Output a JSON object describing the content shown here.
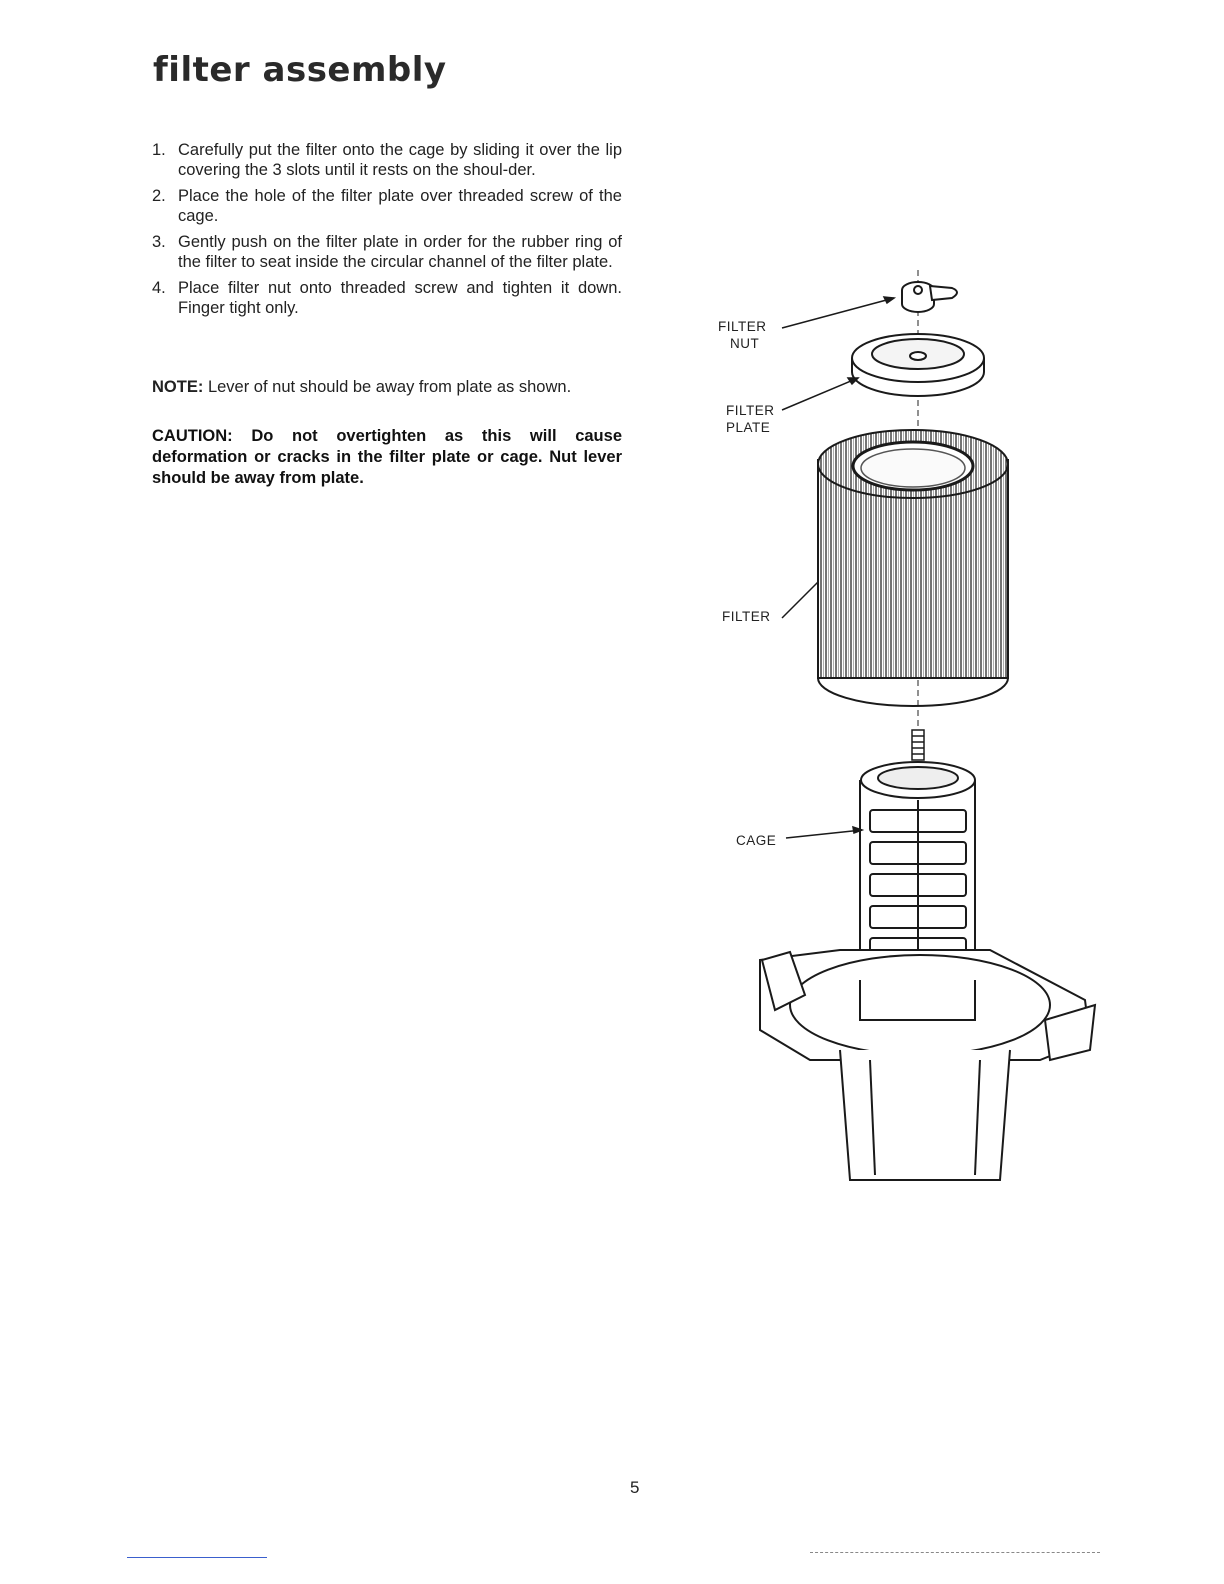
{
  "page": {
    "title": "filter assembly",
    "steps": [
      {
        "num": "1.",
        "text": "Carefully put the filter onto the cage by sliding it over the lip covering the 3 slots until it rests on the shoul-der."
      },
      {
        "num": "2.",
        "text": "Place the hole of the filter plate over threaded screw of the cage."
      },
      {
        "num": "3.",
        "text": "Gently push on the filter plate in order for the rubber ring of the filter to seat inside the circular channel of the filter plate."
      },
      {
        "num": "4.",
        "text": "Place filter nut onto threaded screw and tighten it down. Finger tight only."
      }
    ],
    "note_label": "NOTE:",
    "note_text": "Lever of nut should be away from plate as shown.",
    "caution": "CAUTION: Do not overtighten as this will cause deformation or cracks in the filter plate or cage. Nut lever should be away from plate.",
    "page_number": "5"
  },
  "diagram": {
    "labels": {
      "filter_nut_1": "FILTER",
      "filter_nut_2": "NUT",
      "filter_plate_1": "FILTER",
      "filter_plate_2": "PLATE",
      "filter": "FILTER",
      "cage": "CAGE"
    },
    "colors": {
      "ink": "#1a1a1a",
      "pleat": "#3a3a3a",
      "shade": "#e8e8e8"
    }
  }
}
